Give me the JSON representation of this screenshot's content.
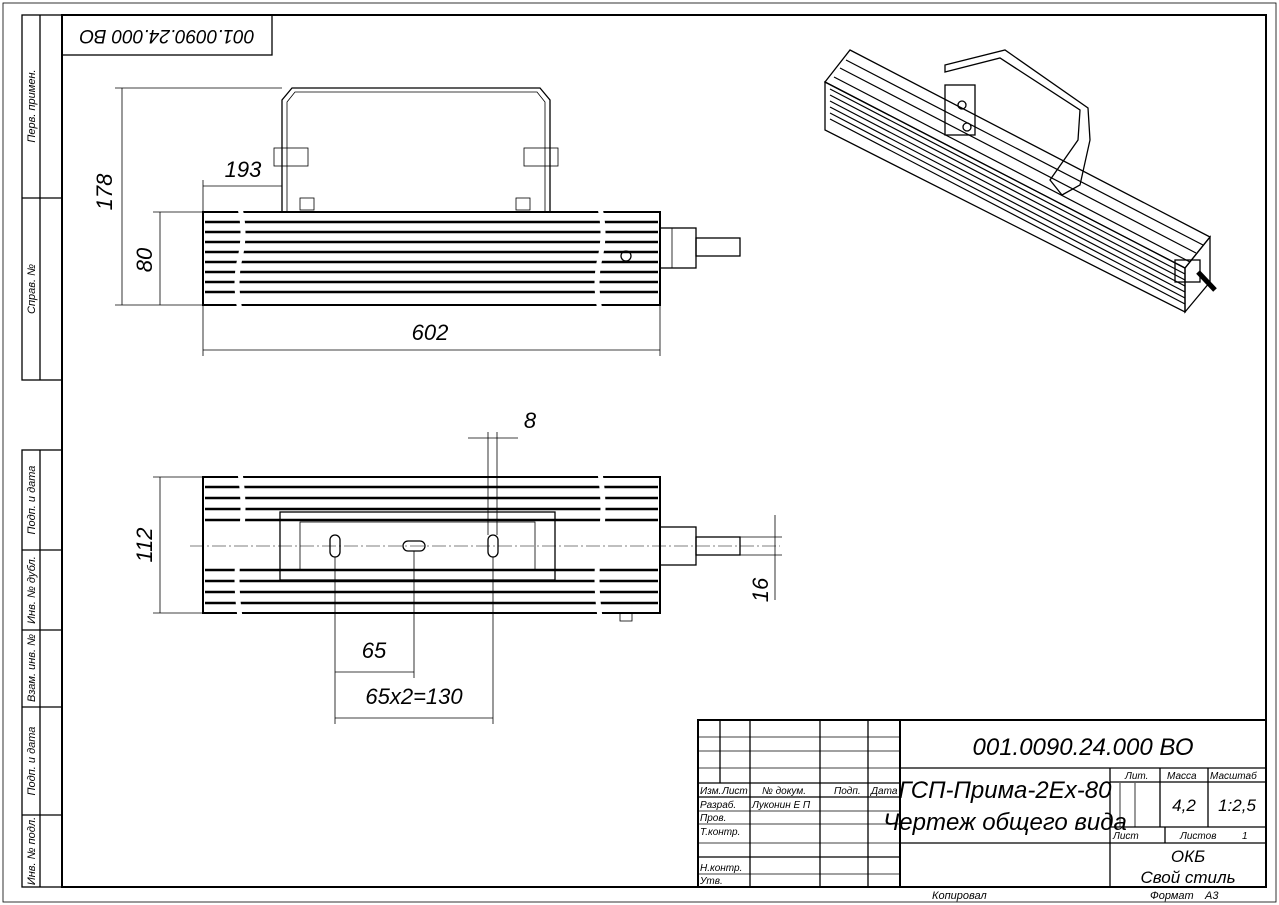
{
  "stamp_top": "001.0090.24.000 ВО",
  "side_columns": [
    "Перв. примен.",
    "Справ. №",
    "Подп. и дата",
    "Инв. № дубл.",
    "Взам. инв. №",
    "Подп. и дата",
    "Инв. № подл."
  ],
  "front_view": {
    "dims": {
      "height_total": "178",
      "height_body": "80",
      "bracket_offset": "193",
      "length": "602"
    }
  },
  "bottom_view": {
    "dims": {
      "width": "112",
      "slot": "8",
      "pitch": "65",
      "pitch_total": "65x2=130",
      "cable": "16"
    }
  },
  "title_block": {
    "doc_number": "001.0090.24.000 ВО",
    "product_name": "ГСП-Прима-2Ex-80",
    "doc_type": "Чертеж общего вида",
    "headers": {
      "izm": "Изм.",
      "list": "Лист",
      "doc_no": "№ докум.",
      "sign": "Подп.",
      "date": "Дата"
    },
    "roles": {
      "developer": "Разраб.",
      "checker": "Пров.",
      "tech_control": "Т.контр.",
      "norm_control": "Н.контр.",
      "approved": "Утв."
    },
    "developer_name": "Луконин Е П",
    "lit_label": "Лит.",
    "mass_label": "Масса",
    "scale_label": "Масштаб",
    "mass": "4,2",
    "scale": "1:2,5",
    "sheet_label": "Лист",
    "sheets_label": "Листов",
    "sheets": "1",
    "org_line1": "ОКБ",
    "org_line2": "Свой стиль"
  },
  "footer": {
    "copied": "Копировал",
    "format_label": "Формат",
    "format": "А3"
  }
}
